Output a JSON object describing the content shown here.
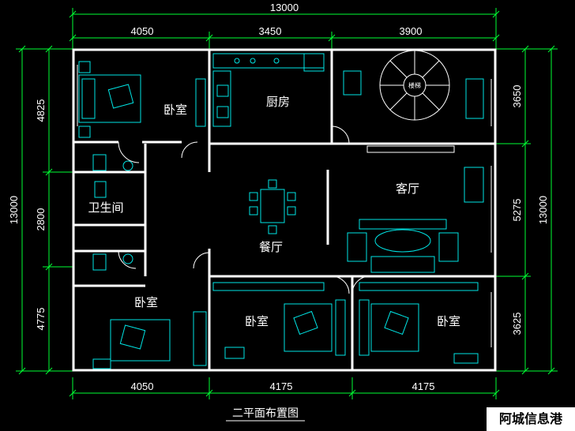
{
  "dimensions": {
    "top_total": "13000",
    "top_segments": [
      "4050",
      "3450",
      "3900"
    ],
    "bottom_segments": [
      "4050",
      "4175",
      "4175"
    ],
    "left_total": "13000",
    "left_segments": [
      "4825",
      "2800",
      "4775"
    ],
    "right_total": "13000",
    "right_segments": [
      "3650",
      "5275",
      "3625"
    ]
  },
  "rooms": {
    "bedroom_top_left": "卧室",
    "kitchen": "厨房",
    "bathroom": "卫生间",
    "living_room": "客厅",
    "dining_room": "餐厅",
    "bedroom_bottom_left": "卧室",
    "bedroom_bottom_middle": "卧室",
    "bedroom_bottom_right": "卧室"
  },
  "stair_label": "楼梯",
  "plan_title": "二平面布置图",
  "watermark": "阿城信息港",
  "colors": {
    "background": "#000000",
    "walls": "#ffffff",
    "dimension_lines": "#00ff33",
    "furniture": "#00e5e5"
  }
}
